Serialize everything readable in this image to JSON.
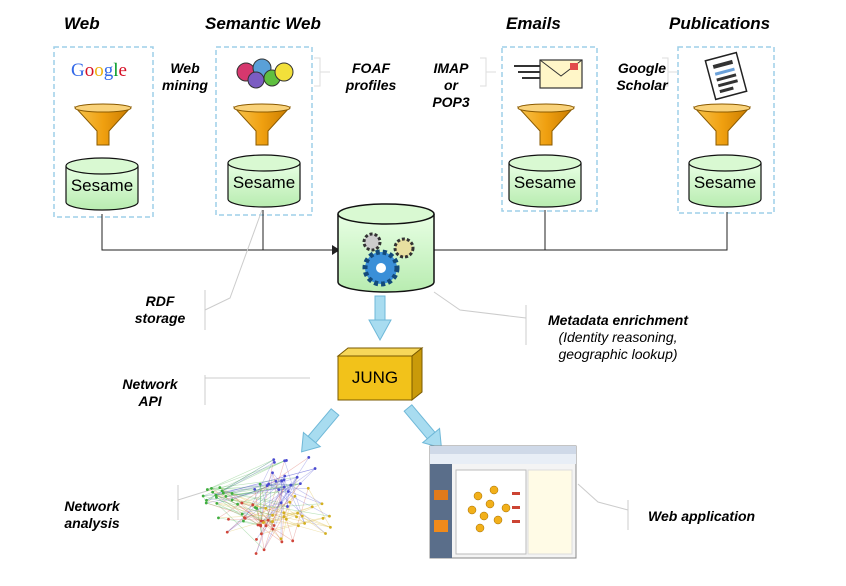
{
  "sources": [
    {
      "title": "Web",
      "logo": "Google",
      "store": "Sesame",
      "method": [
        "Web",
        "mining"
      ]
    },
    {
      "title": "Semantic Web",
      "store": "Sesame",
      "method": [
        "FOAF",
        "profiles"
      ]
    },
    {
      "title": "Emails",
      "store": "Sesame",
      "method": [
        "IMAP",
        "or",
        "POP3"
      ]
    },
    {
      "title": "Publications",
      "store": "Sesame",
      "method": [
        "Google",
        "Scholar"
      ]
    }
  ],
  "storage": {
    "label": [
      "RDF",
      "storage"
    ]
  },
  "enrichment": {
    "title": "Metadata enrichment",
    "detail": [
      "(Identity  reasoning,",
      "geographic lookup)"
    ]
  },
  "api": {
    "name": "JUNG",
    "label": [
      "Network",
      "API"
    ]
  },
  "outputs": {
    "analysis": [
      "Network",
      "analysis"
    ],
    "webapp": "Web application"
  },
  "colors": {
    "funnel": "#f2a51c",
    "cylinder": "#ccf5c8",
    "arrow": "#a8dcf0",
    "jung": "#f2c21a",
    "dashed": "#9ecfe8"
  }
}
